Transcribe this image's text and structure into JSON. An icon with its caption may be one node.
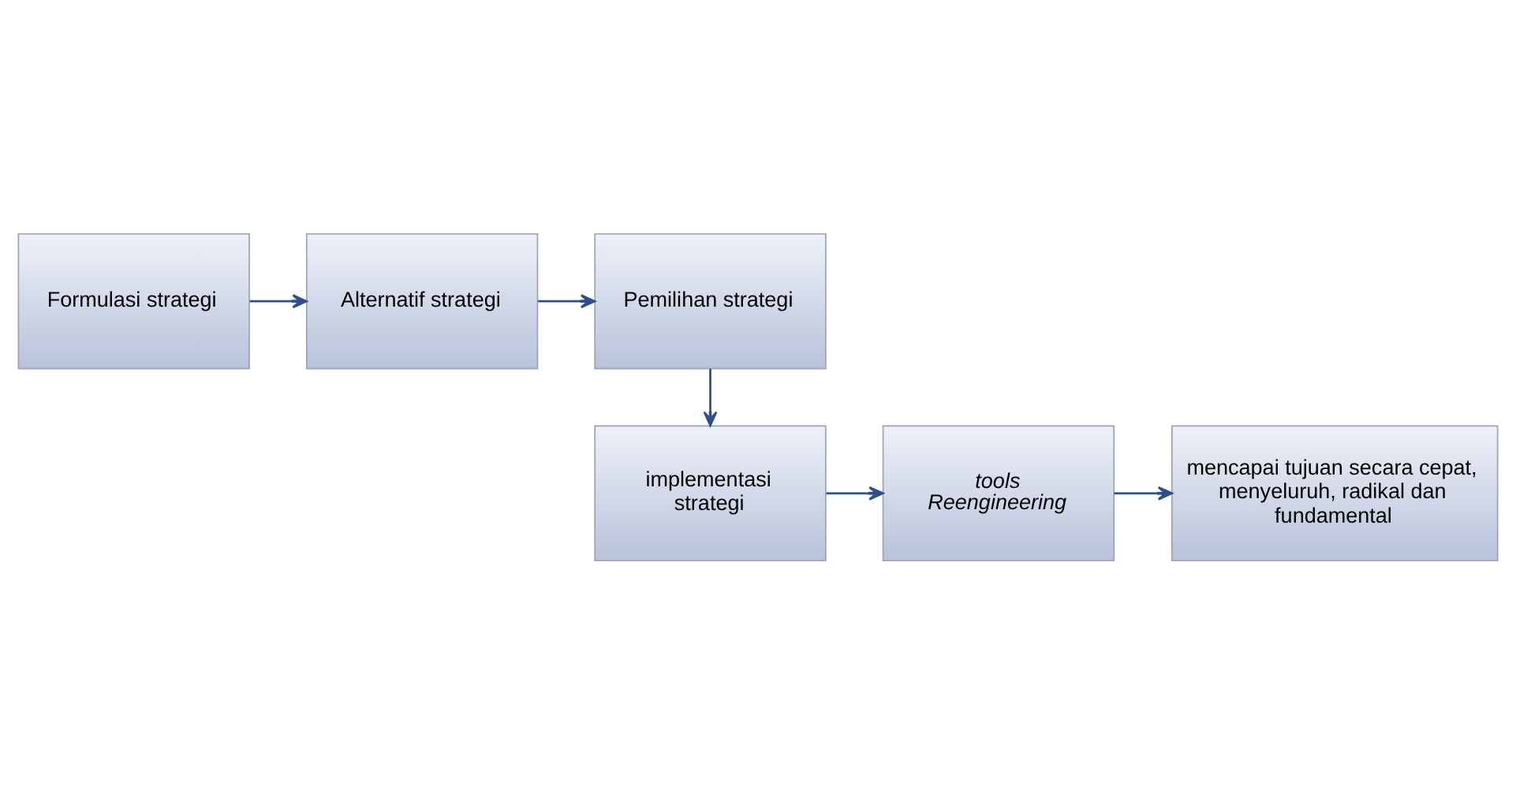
{
  "diagram": {
    "nodes": [
      {
        "text": [
          "Formulasi strategi"
        ]
      },
      {
        "text": [
          "Alternatif strategi"
        ]
      },
      {
        "text": [
          "Pemilihan strategi"
        ]
      },
      {
        "text": [
          "implementasi strategi"
        ]
      },
      {
        "text": [
          "tools Reengineering"
        ]
      },
      {
        "text": [
          "mencapai tujuan secara cepat, menyeluruh, radikal dan fundamental"
        ]
      }
    ],
    "edges": [
      {
        "from": 0,
        "to": 1,
        "arrow": "to"
      },
      {
        "from": 1,
        "to": 2,
        "arrow": "to"
      },
      {
        "from": 2,
        "to": 3,
        "arrow": "to"
      },
      {
        "from": 3,
        "to": 4,
        "arrow": "to"
      },
      {
        "from": 4,
        "to": 5,
        "arrow": "to"
      }
    ]
  }
}
